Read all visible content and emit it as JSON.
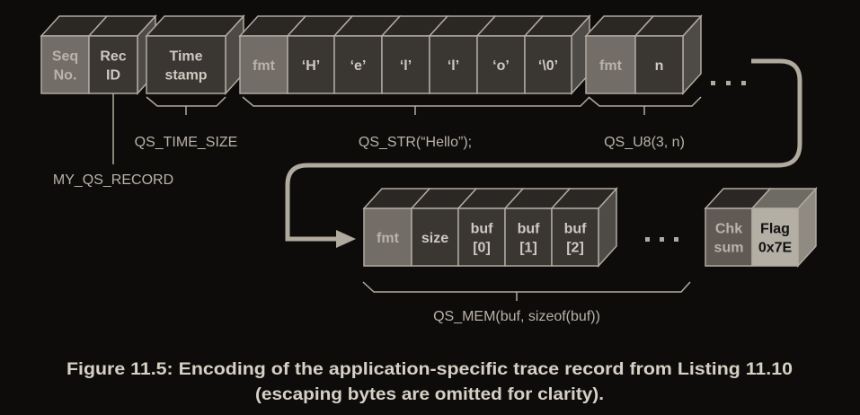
{
  "colors": {
    "background": "#0e0c0a",
    "stroke": "#b0aa9f",
    "light_cell": "#726d67",
    "dark_cell": "#3a3632",
    "flag_cell": "#b4afa5",
    "light_text": "#b9b3a9",
    "dark_text": "#111111"
  },
  "groups": [
    {
      "cells": [
        {
          "lines": [
            "Seq",
            "No."
          ],
          "shade": "light"
        },
        {
          "lines": [
            "Rec",
            "ID"
          ],
          "shade": "dark"
        }
      ]
    },
    {
      "cells": [
        {
          "lines": [
            "Time",
            "stamp"
          ],
          "shade": "dark"
        }
      ]
    },
    {
      "cells": [
        {
          "lines": [
            "fmt"
          ],
          "shade": "light"
        },
        {
          "lines": [
            "‘H’"
          ],
          "shade": "dark"
        },
        {
          "lines": [
            "‘e’"
          ],
          "shade": "dark"
        },
        {
          "lines": [
            "‘l’"
          ],
          "shade": "dark"
        },
        {
          "lines": [
            "‘l’"
          ],
          "shade": "dark"
        },
        {
          "lines": [
            "‘o’"
          ],
          "shade": "dark"
        },
        {
          "lines": [
            "‘\\0’"
          ],
          "shade": "dark"
        }
      ]
    },
    {
      "cells": [
        {
          "lines": [
            "fmt"
          ],
          "shade": "light"
        },
        {
          "lines": [
            "n"
          ],
          "shade": "dark"
        }
      ]
    },
    {
      "cells": [
        {
          "lines": [
            "fmt"
          ],
          "shade": "light"
        },
        {
          "lines": [
            "size"
          ],
          "shade": "dark"
        },
        {
          "lines": [
            "buf",
            "[0]"
          ],
          "shade": "dark"
        },
        {
          "lines": [
            "buf",
            "[1]"
          ],
          "shade": "dark"
        },
        {
          "lines": [
            "buf",
            "[2]"
          ],
          "shade": "dark"
        }
      ]
    },
    {
      "cells": [
        {
          "lines": [
            "Chk",
            "sum"
          ],
          "shade": "mid"
        },
        {
          "lines": [
            "Flag",
            "0x7E"
          ],
          "shade": "flag"
        }
      ]
    }
  ],
  "labels": {
    "time_size": "QS_TIME_SIZE",
    "str": "QS_STR(“Hello”);",
    "u8": "QS_U8(3, n)",
    "record": "MY_QS_RECORD",
    "mem": "QS_MEM(buf, sizeof(buf))"
  },
  "caption": {
    "line1": "Figure 11.5: Encoding of the application-specific trace record from Listing 11.10",
    "line2": "(escaping bytes are omitted for clarity)."
  }
}
